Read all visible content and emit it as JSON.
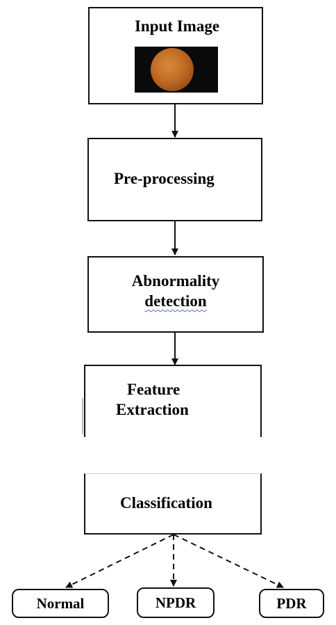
{
  "steps": {
    "input_image": "Input Image",
    "preprocessing": "Pre-processing",
    "abnormality_line1": "Abnormality",
    "abnormality_line2": "detection",
    "feature_line1": "Feature",
    "feature_line2": "Extraction",
    "classification": "Classification"
  },
  "outcomes": {
    "normal": "Normal",
    "npdr": "NPDR",
    "pdr": "PDR"
  },
  "thumbnail": {
    "description_icon": "retinal-fundus-image"
  },
  "colors": {
    "stroke": "#111111",
    "fundus": "#c06b24",
    "spell_underline": "#4a6fd6"
  }
}
